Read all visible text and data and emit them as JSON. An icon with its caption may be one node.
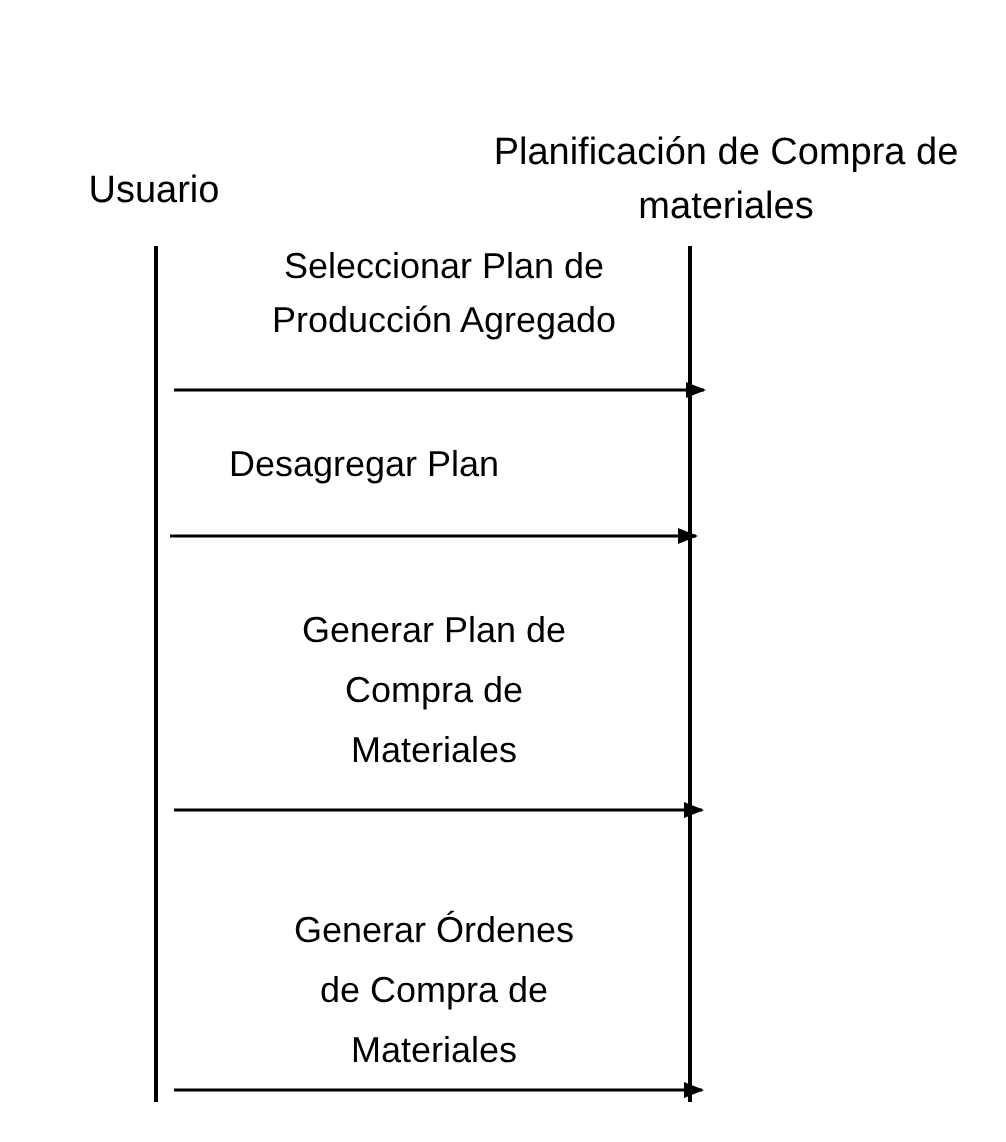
{
  "diagram": {
    "nodes": [
      {
        "text": [
          "Usuario"
        ]
      },
      {
        "text": [
          "Planificación de Compra de materiales"
        ]
      }
    ],
    "edges": [
      {
        "from": 0,
        "to": 1,
        "arrow": "to",
        "label": "Seleccionar Plan de Producción Agregado"
      },
      {
        "from": 0,
        "to": 1,
        "arrow": "to",
        "label": "Desagregar Plan"
      },
      {
        "from": 0,
        "to": 1,
        "arrow": "to",
        "label": "Generar Plan de Compra de Materiales"
      },
      {
        "from": 0,
        "to": 1,
        "arrow": "to",
        "label": "Generar Órdenes de Compra de Materiales"
      }
    ]
  }
}
